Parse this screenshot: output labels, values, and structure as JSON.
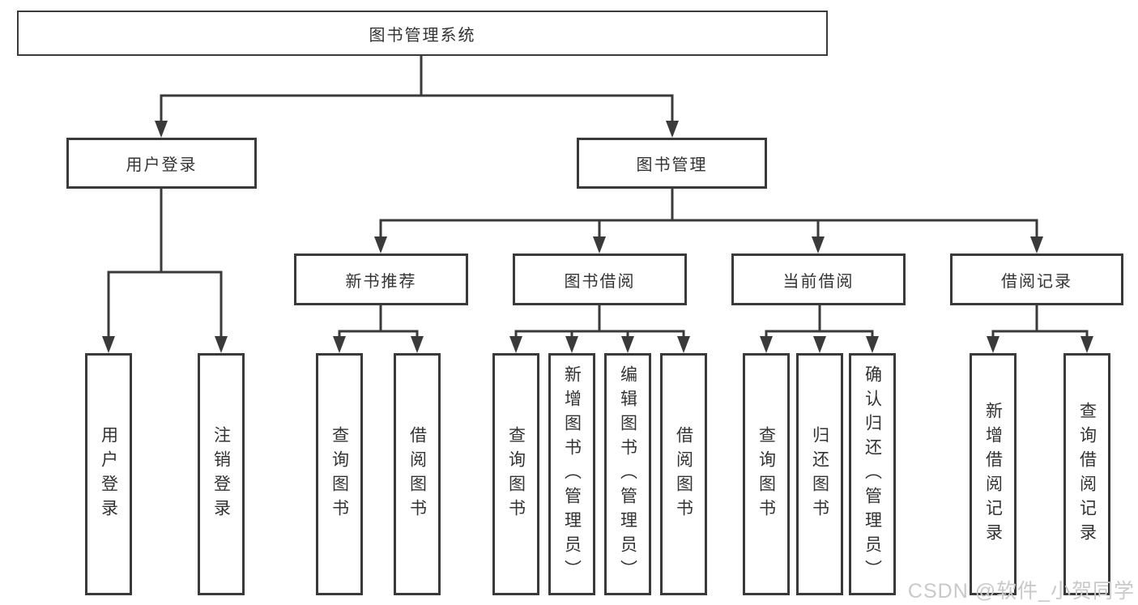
{
  "colors": {
    "line": "#3a3a3a",
    "text": "#333333",
    "watermark": "#c9c9c9",
    "background": "#ffffff"
  },
  "tree": {
    "label": "图书管理系统",
    "children": [
      {
        "label": "用户登录",
        "children": [
          {
            "label": "用户登录"
          },
          {
            "label": "注销登录"
          }
        ]
      },
      {
        "label": "图书管理",
        "children": [
          {
            "label": "新书推荐",
            "children": [
              {
                "label": "查询图书"
              },
              {
                "label": "借阅图书"
              }
            ]
          },
          {
            "label": "图书借阅",
            "children": [
              {
                "label": "查询图书"
              },
              {
                "label": "新增图书（管理员）"
              },
              {
                "label": "编辑图书（管理员）"
              },
              {
                "label": "借阅图书"
              }
            ]
          },
          {
            "label": "当前借阅",
            "children": [
              {
                "label": "查询图书"
              },
              {
                "label": "归还图书"
              },
              {
                "label": "确认归还（管理员）"
              }
            ]
          },
          {
            "label": "借阅记录",
            "children": [
              {
                "label": "新增借阅记录"
              },
              {
                "label": "查询借阅记录"
              }
            ]
          }
        ]
      }
    ]
  },
  "watermark": "CSDN @软件_小贺同学"
}
